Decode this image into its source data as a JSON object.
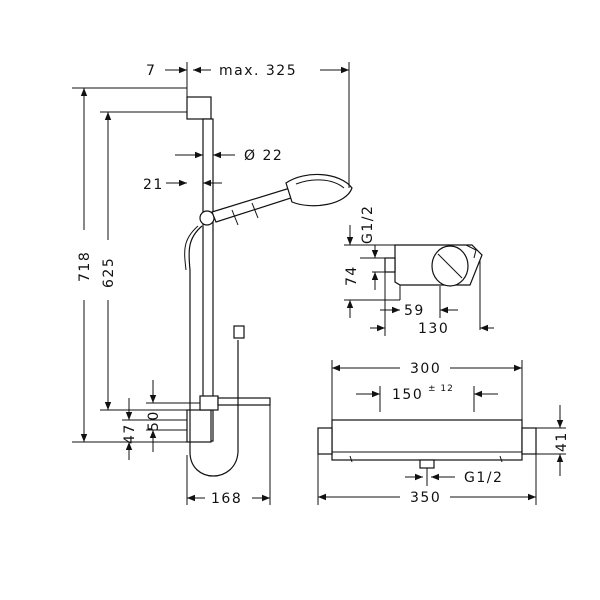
{
  "drawing": {
    "dimensions": {
      "wall_offset": "7",
      "max_reach": "max. 325",
      "rail_diameter": "Ø 22",
      "rail_depth": "21",
      "total_height": "718",
      "adjust_height": "625",
      "bottom_offset": "47",
      "outlet_height": "50",
      "hose_width": "168",
      "thread_side": "G1/2",
      "thermo_height": "74",
      "thermo_depth_inner": "59",
      "thermo_depth": "130",
      "connection_span": "300",
      "connection_center": "150",
      "connection_tolerance": "± 12",
      "thermo_body_height": "41",
      "thread_front": "G1/2",
      "thermo_width": "350"
    }
  }
}
